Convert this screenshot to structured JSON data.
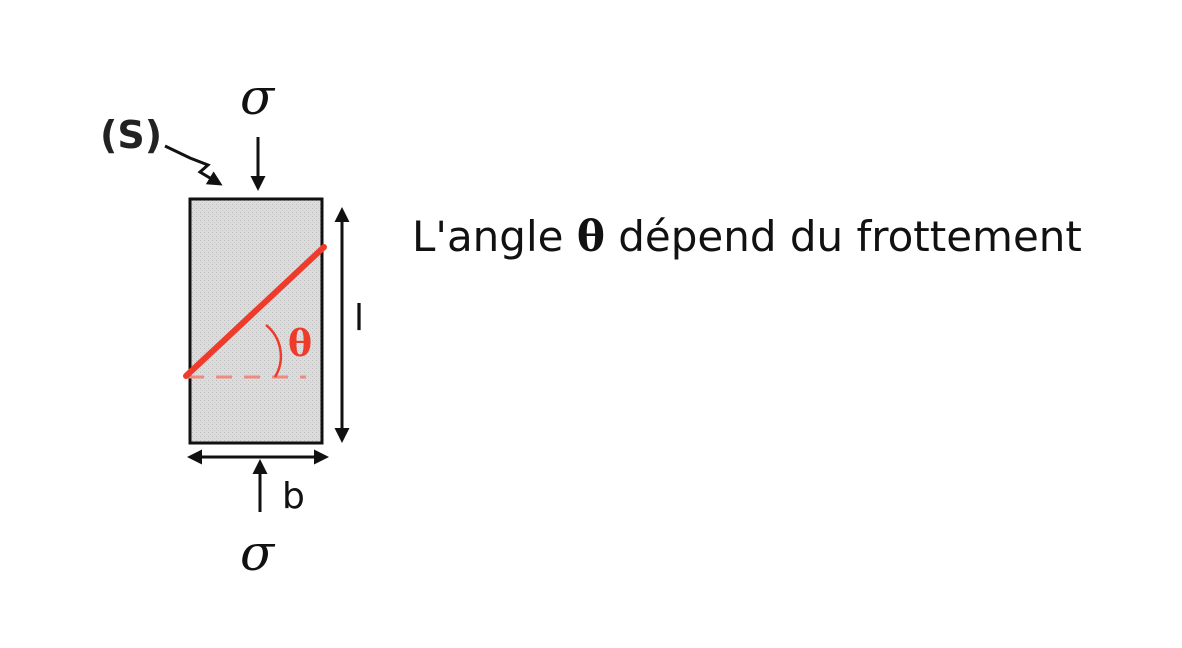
{
  "diagram": {
    "surface_label": "(S)",
    "stress_top": "σ",
    "stress_bottom": "σ",
    "length_label": "l",
    "width_label": "b",
    "angle_label": "θ",
    "colors": {
      "sample_fill": "#dcdcdc",
      "outline": "#111111",
      "fracture_line": "#ee3b2b"
    }
  },
  "caption": {
    "prefix": "L'angle ",
    "symbol": "θ",
    "suffix": " dépend du frottement"
  }
}
